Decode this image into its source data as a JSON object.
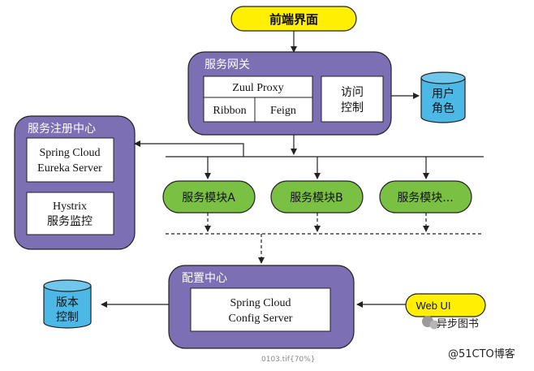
{
  "diagram": {
    "frontend": "前端界面",
    "gateway": {
      "title": "服务网关",
      "zuul": "Zuul Proxy",
      "ribbon": "Ribbon",
      "feign": "Feign",
      "access_line1": "访问",
      "access_line2": "控制"
    },
    "user_role_line1": "用户",
    "user_role_line2": "角色",
    "registry": {
      "title": "服务注册中心",
      "eureka_line1": "Spring Cloud",
      "eureka_line2": "Eureka Server",
      "hystrix_line1": "Hystrix",
      "hystrix_line2": "服务监控"
    },
    "modules": [
      "服务模块A",
      "服务模块B",
      "服务模块..."
    ],
    "config": {
      "title": "配置中心",
      "server_line1": "Spring Cloud",
      "server_line2": "Config Server"
    },
    "version_line1": "版本",
    "version_line2": "控制",
    "web_ui": "Web UI"
  },
  "caption": "0103.tif{70%}",
  "watermarks": [
    "异步图书",
    "@51CTO博客"
  ],
  "colors": {
    "group_fill": "#7c6fb3",
    "module_fill": "#7ac043",
    "pill_fill": "#ffef00",
    "cylinder_fill": "#4bb8e5",
    "line": "#222222"
  }
}
